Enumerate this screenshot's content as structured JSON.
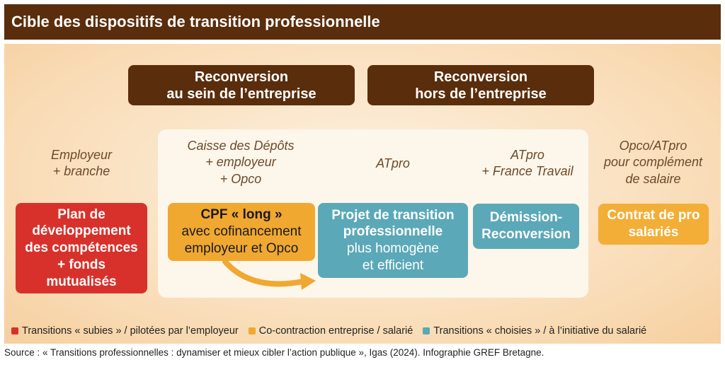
{
  "title": "Cible des dispositifs de transition professionnelle",
  "headers": [
    {
      "line1": "Reconversion",
      "line2": "au sein de l’entreprise"
    },
    {
      "line1": "Reconversion",
      "line2": "hors de l’entreprise"
    }
  ],
  "funders": {
    "employer": [
      "Employeur",
      "+ branche"
    ],
    "cdc": [
      "Caisse des Dépôts",
      "+ employeur",
      "+ Opco"
    ],
    "atpro": [
      "ATpro"
    ],
    "atpro_ft": [
      "ATpro",
      "+ France Travail"
    ],
    "opco": [
      "Opco/ATpro",
      "pour complément",
      "de salaire"
    ]
  },
  "boxes": {
    "plan": [
      "Plan de",
      "développement",
      "des compétences",
      "+ fonds",
      "mutualisés"
    ],
    "cpf_title": "CPF « long »",
    "cpf_sub": [
      "avec cofinancement",
      "employeur et Opco"
    ],
    "ptp_title": [
      "Projet de transition",
      "professionnelle"
    ],
    "ptp_sub": [
      "plus homogène",
      "et efficient"
    ],
    "demission": [
      "Démission-",
      "Reconversion"
    ],
    "contrat": [
      "Contrat de pro",
      "salariés"
    ]
  },
  "colors": {
    "subies": "#d8312b",
    "cocontraction": "#f0a830",
    "choisies": "#5ba8b8",
    "header": "#5a2d0c"
  },
  "legend": [
    {
      "label": "Transitions « subies » / pilotées par l’employeur",
      "color": "#d8312b"
    },
    {
      "label": "Co-contraction entreprise / salarié",
      "color": "#f0a830"
    },
    {
      "label": "Transitions « choisies » / à l’initiative du salarié",
      "color": "#5ba8b8"
    }
  ],
  "source": "Source : « Transitions professionnelles : dynamiser et mieux cibler l’action publique », Igas (2024). Infographie GREF Bretagne."
}
